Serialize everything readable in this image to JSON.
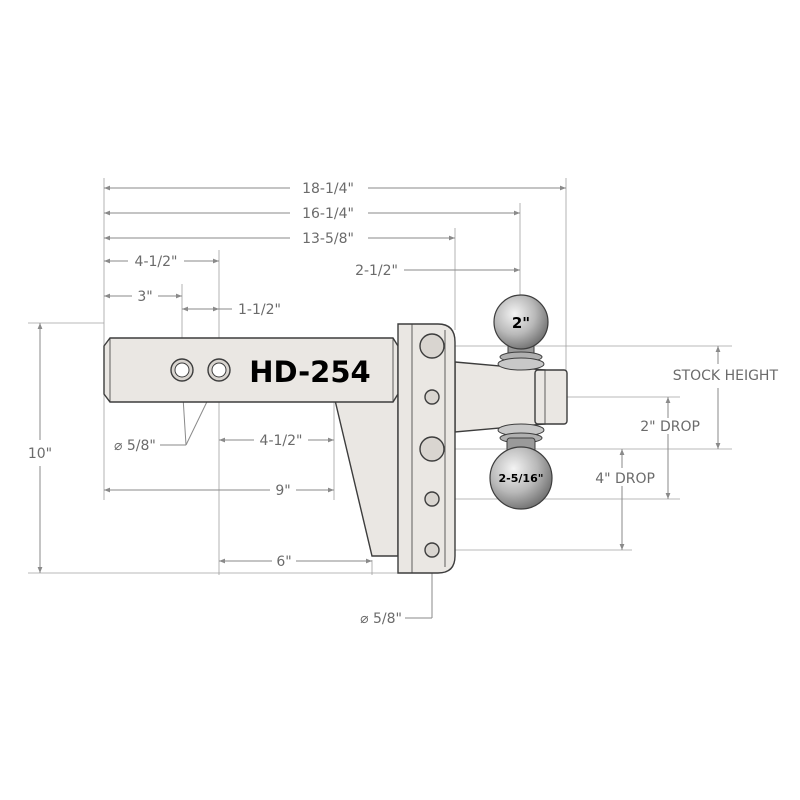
{
  "model": "HD-254",
  "balls": {
    "top": "2\"",
    "bottom": "2-5/16\""
  },
  "dimensions": {
    "overall_length": "18-1/4\"",
    "length_to_top_ball": "16-1/4\"",
    "length_to_plate": "13-5/8\"",
    "plate_to_ball": "2-1/2\"",
    "hole_outer": "4-1/2\"",
    "hole_inner": "3\"",
    "hole_spacing": "1-1/2\"",
    "shank_hole_dia": "⌀ 5/8\"",
    "gusset_offset": "4-1/2\"",
    "gusset_length": "9\"",
    "shank_to_bottom": "6\"",
    "overall_height": "10\"",
    "plate_hole_dia": "⌀ 5/8\""
  },
  "labels": {
    "stock_height": "STOCK HEIGHT",
    "drop_2": "2\" DROP",
    "drop_4": "4\" DROP"
  },
  "colors": {
    "line": "#8a8a8a",
    "part_fill": "#eae7e3",
    "outline": "#3d3d3d",
    "text": "#6b6b6b"
  }
}
